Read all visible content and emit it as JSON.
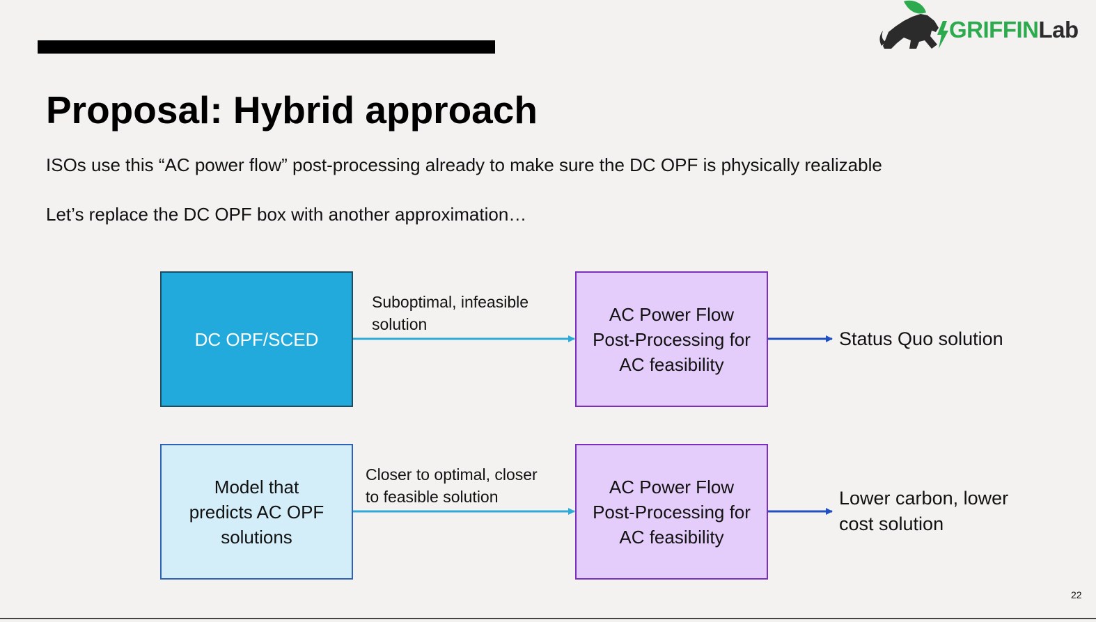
{
  "logo": {
    "brand": "GRIFFIN",
    "suffix": "Lab",
    "brand_color": "#2eaa4e"
  },
  "slide": {
    "title": "Proposal: Hybrid approach",
    "line1": "ISOs use this “AC power flow” post-processing already to make sure the DC OPF is physically realizable",
    "line2": "Let’s replace the DC OPF box with another approximation…",
    "page_number": "22"
  },
  "diagram": {
    "row1": {
      "source": "DC OPF/SCED",
      "edge_label_1": "Suboptimal, infeasible",
      "edge_label_2": "solution",
      "process_1": "AC Power Flow",
      "process_2": "Post-Processing for",
      "process_3": "AC feasibility",
      "outcome": "Status Quo solution"
    },
    "row2": {
      "source_1": "Model that",
      "source_2": "predicts AC OPF",
      "source_3": "solutions",
      "edge_label_1": "Closer to optimal, closer",
      "edge_label_2": "to feasible solution",
      "process_1": "AC Power Flow",
      "process_2": "Post-Processing for",
      "process_3": "AC feasibility",
      "outcome_1": "Lower carbon, lower",
      "outcome_2": "cost solution"
    },
    "colors": {
      "dc_box": "#23aadd",
      "model_box": "#d3eef9",
      "ac_box": "#e5cdfb",
      "edge_arrow": "#2eaad6",
      "output_arrow": "#1f4fc1"
    }
  }
}
